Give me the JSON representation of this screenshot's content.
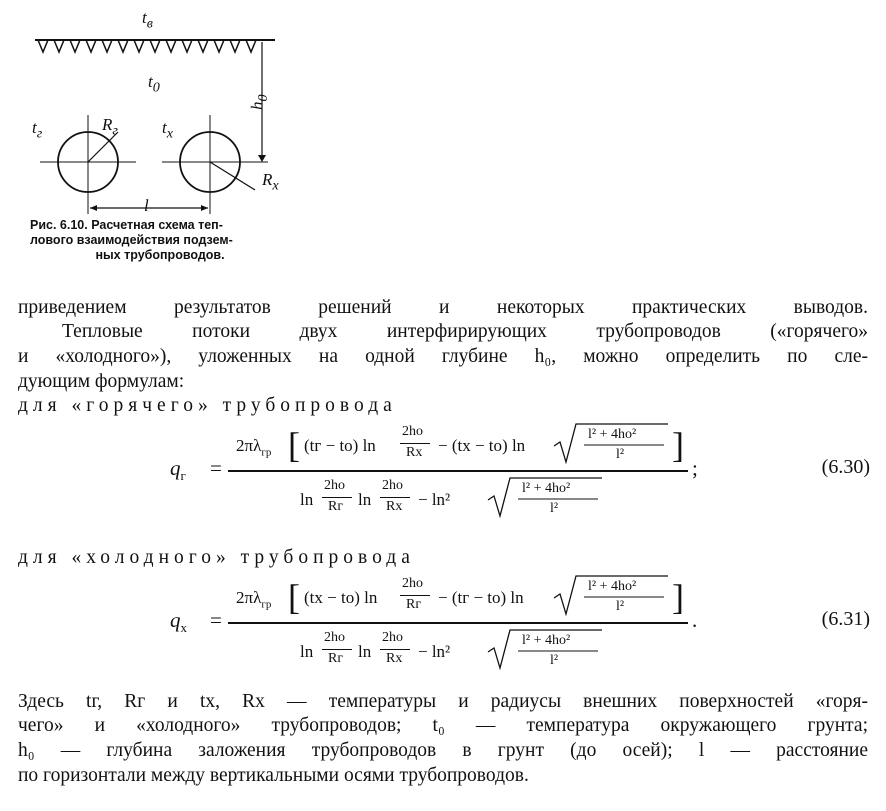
{
  "figure": {
    "labels": {
      "t_v": "t",
      "t_v_sub": "в",
      "t_0": "t",
      "t_0_sub": "0",
      "h_0": "h",
      "h_0_sub": "0",
      "t_hot": "t",
      "t_hot_sub": "г",
      "R_hot": "R",
      "R_hot_sub": "г",
      "t_cold": "t",
      "t_cold_sub": "х",
      "R_cold": "R",
      "R_cold_sub": "х",
      "l": "l"
    },
    "caption_line1": "Рис. 6.10. Расчетная схема теп-",
    "caption_line2": "лового взаимодействия подзем-",
    "caption_line3": "ных трубопроводов."
  },
  "text": {
    "line1": "приведением результатов решений и некоторых практических выводов.",
    "line2": "Тепловые потоки двух интерфирирующих трубопроводов («горячего»",
    "line3": "и «холодного»), уложенных на одной глубине h₀, можно определить по сле-",
    "line4": "дующим формулам:",
    "hot_heading": "для «горячего» трубопровода",
    "cold_heading": "для «холодного» трубопровода",
    "para1": "Здесь tг, Rг и tх, Rх — температуры и радиусы внешних поверхностей «горя-",
    "para2": "чего» и «холодного» трубопроводов; t₀ — температура окружающего грунта;",
    "para3": "h₀ — глубина заложения трубопроводов в грунт (до осей); l — расстояние",
    "para4": "по горизонтали между вертикальными осями трубопроводов."
  },
  "equations": {
    "hot": {
      "lhs": "q",
      "lhs_sub": "г",
      "coef": "2πλ",
      "coef_sub": "гр",
      "num_term1": "(tг − tо) ln",
      "num_term1_frac_top": "2hо",
      "num_term1_frac_bot": "Rх",
      "num_term2": "− (tх − tо) ln",
      "sqrt_top": "l² + 4hо²",
      "sqrt_bot": "l²",
      "den_term1_top": "2hо",
      "den_term1_bot": "Rг",
      "den_term2_top": "2hо",
      "den_term2_bot": "Rх",
      "den_minus": "− ln²",
      "end": ";",
      "number": "(6.30)"
    },
    "cold": {
      "lhs": "q",
      "lhs_sub": "х",
      "coef": "2πλ",
      "coef_sub": "гр",
      "num_term1": "(tх − tо) ln",
      "num_term1_frac_top": "2hо",
      "num_term1_frac_bot": "Rг",
      "num_term2": "− (tг − tо) ln",
      "sqrt_top": "l² + 4hо²",
      "sqrt_bot": "l²",
      "den_term1_top": "2hо",
      "den_term1_bot": "Rг",
      "den_term2_top": "2hо",
      "den_term2_bot": "Rх",
      "den_minus": "− ln²",
      "end": ".",
      "number": "(6.31)"
    }
  }
}
